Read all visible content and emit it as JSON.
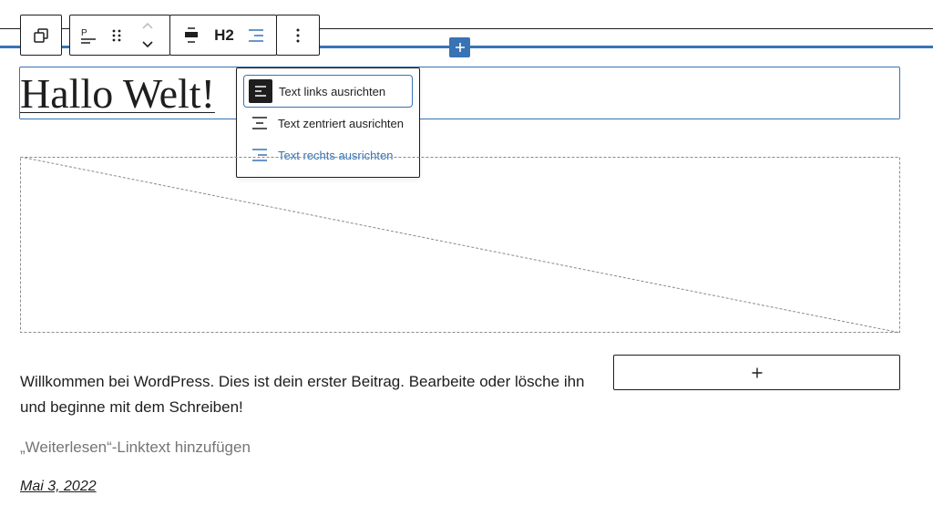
{
  "toolbar": {
    "heading_level": "H2"
  },
  "heading": {
    "text": "Hallo Welt!"
  },
  "align_menu": {
    "items": [
      {
        "label": "Text links ausrichten",
        "icon": "align-left-icon",
        "state": "focused"
      },
      {
        "label": "Text zentriert ausrichten",
        "icon": "align-center-icon",
        "state": "normal"
      },
      {
        "label": "Text rechts ausrichten",
        "icon": "align-right-icon",
        "state": "selected"
      }
    ]
  },
  "content": {
    "paragraph": "Willkommen bei WordPress. Dies ist dein erster Beitrag. Bearbeite oder lösche ihn und beginne mit dem Schreiben!",
    "read_more": "„Weiterlesen“-Linktext hinzufügen",
    "date": "Mai 3, 2022"
  },
  "colors": {
    "accent": "#3873b3",
    "text": "#1e1e1e",
    "muted": "#757575"
  }
}
